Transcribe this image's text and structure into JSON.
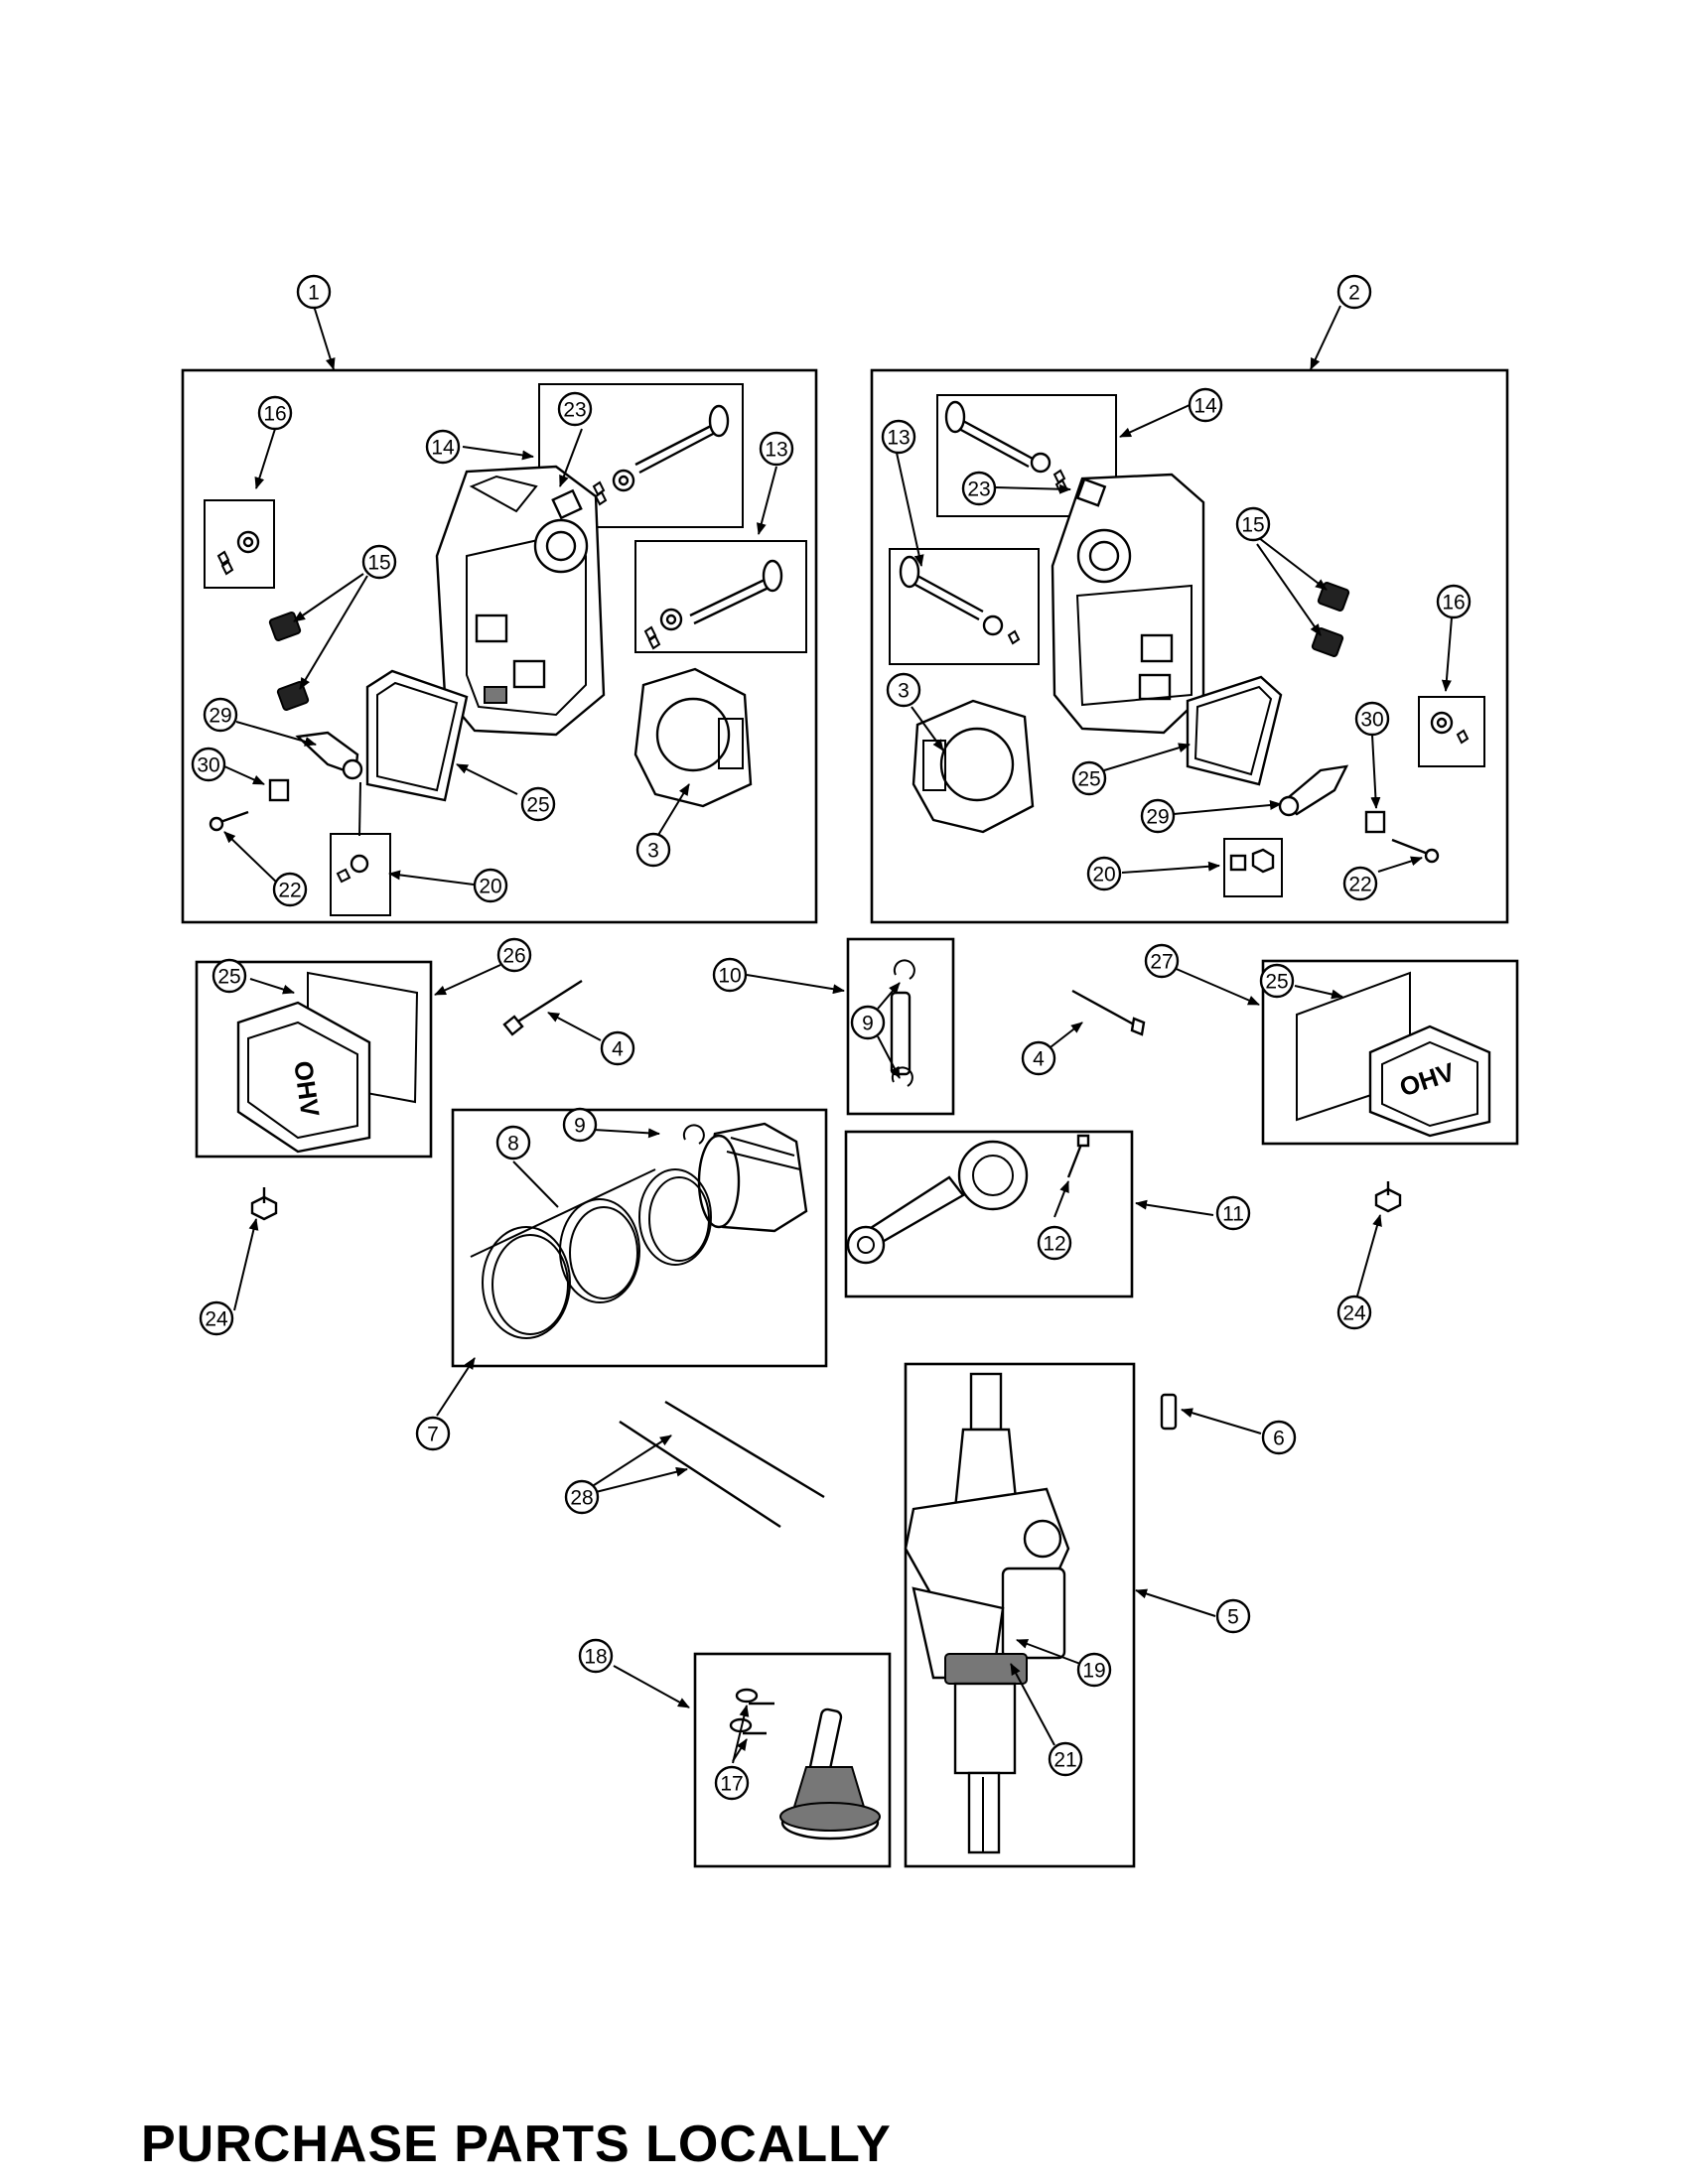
{
  "footer": {
    "text": "PURCHASE PARTS LOCALLY"
  },
  "callouts": [
    "1",
    "2",
    "3",
    "4",
    "5",
    "6",
    "7",
    "8",
    "9",
    "10",
    "11",
    "12",
    "13",
    "14",
    "15",
    "16",
    "17",
    "18",
    "19",
    "20",
    "21",
    "22",
    "23",
    "24",
    "25",
    "26",
    "27",
    "28",
    "29",
    "30"
  ],
  "embossed_text": "OHV"
}
